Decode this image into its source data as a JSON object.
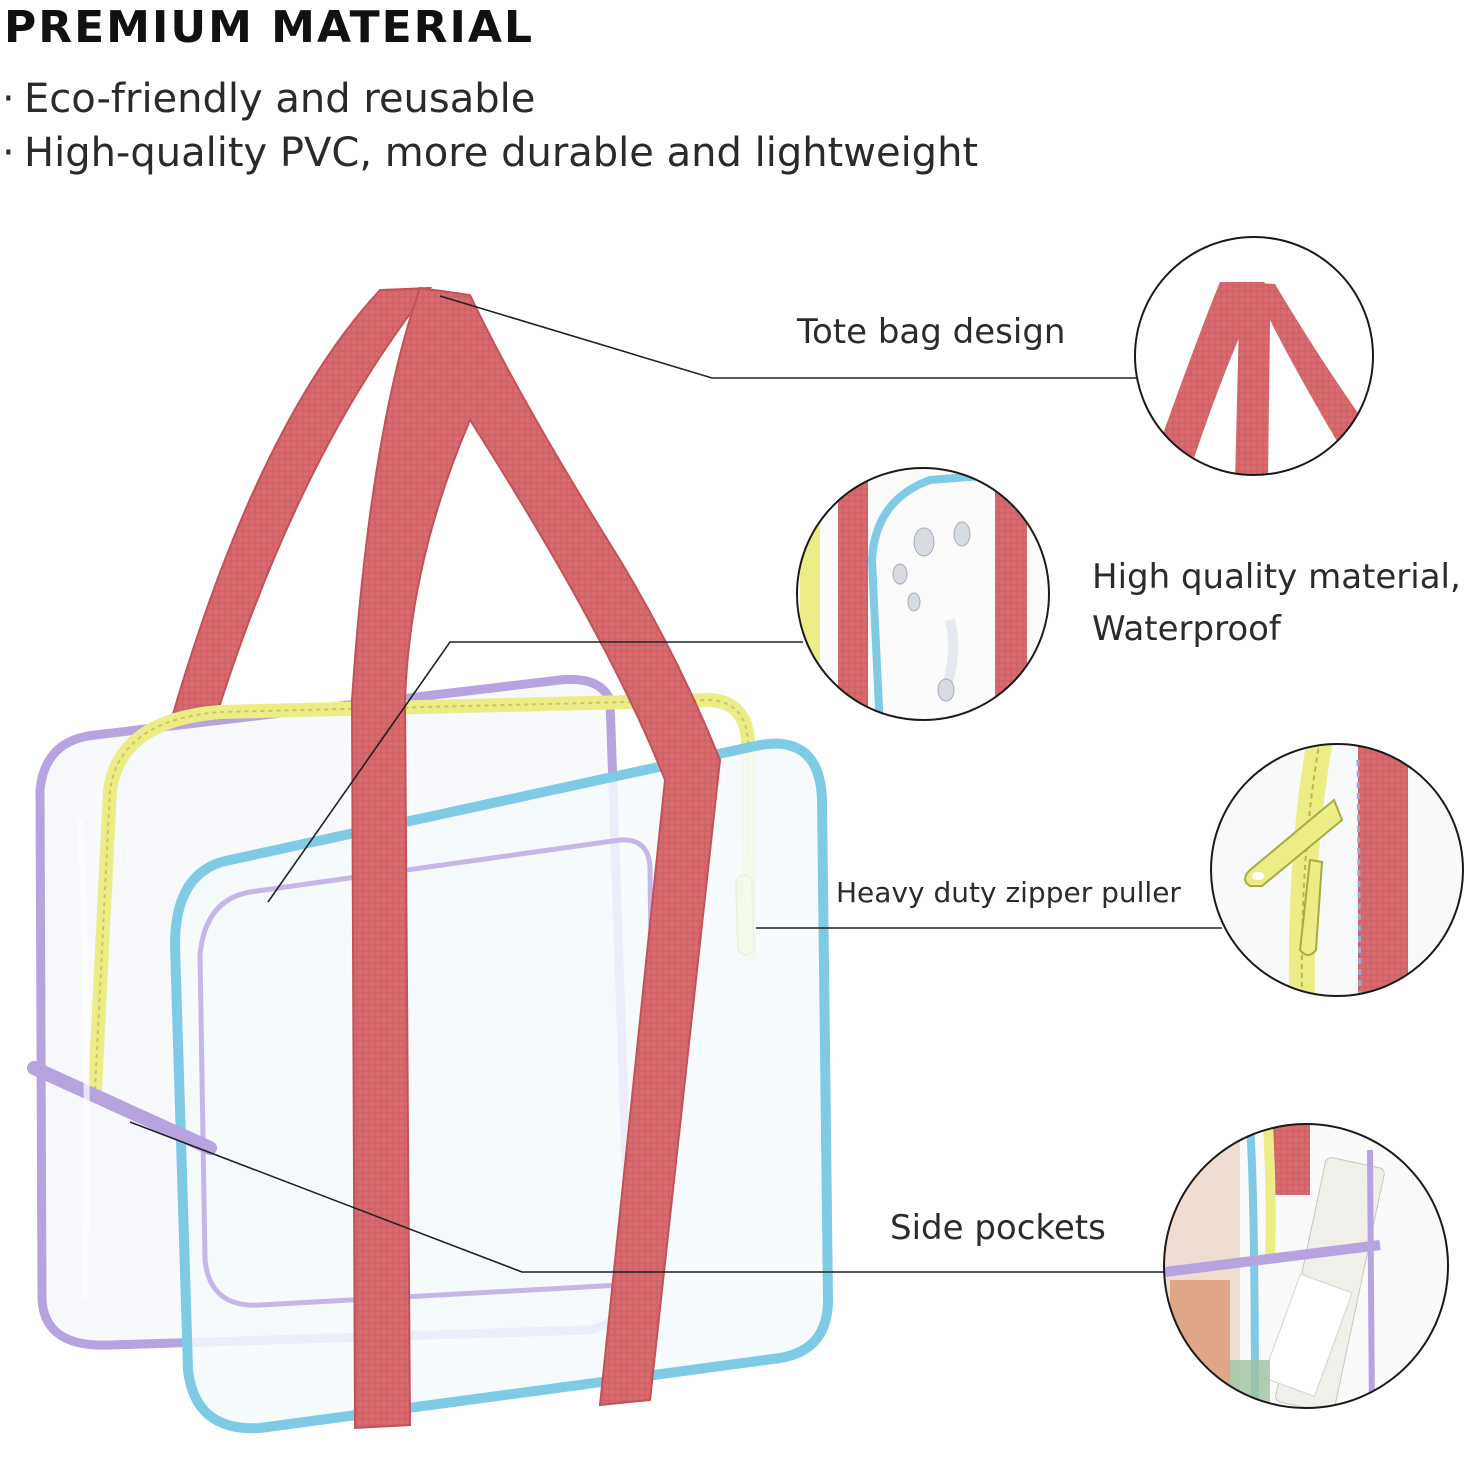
{
  "heading": "PREMIUM MATERIAL",
  "bullets": [
    "Eco-friendly and reusable",
    "High-quality PVC, more durable and lightweight"
  ],
  "bullet_marker": "·",
  "callouts": {
    "tote": "Tote bag design",
    "material_line1": "High quality material,",
    "material_line2": "Waterproof",
    "zipper": "Heavy duty zipper puller",
    "side": "Side pockets"
  },
  "colors": {
    "strap": "#d96a6e",
    "strap_dark": "#c25258",
    "trim_blue": "#7fcbe6",
    "trim_purple": "#b7a3e0",
    "zipper_yellow": "#eded88",
    "line": "#222222"
  }
}
